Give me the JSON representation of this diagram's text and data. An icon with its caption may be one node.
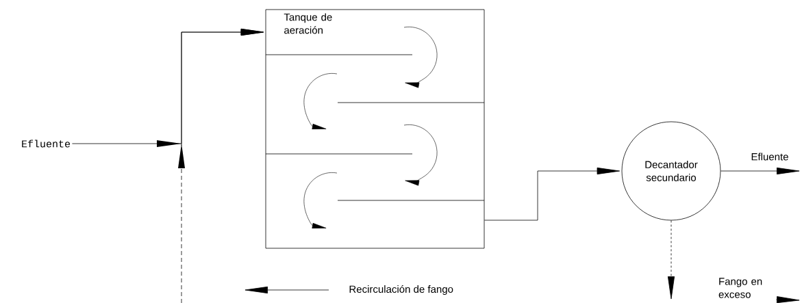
{
  "diagram": {
    "nodes": [
      {
        "text": [
          "Efluente"
        ]
      },
      {
        "text": [
          "Tanque de aeración"
        ]
      },
      {
        "text": [
          "Decantador secundario"
        ]
      },
      {
        "text": [
          "Fango en exceso"
        ]
      }
    ],
    "edges": [
      {
        "from": 0,
        "to": 1,
        "arrow": "to"
      },
      {
        "from": null,
        "to": 1,
        "arrow": "to",
        "style": "dashed"
      },
      {
        "from": 1,
        "to": 2,
        "arrow": "to"
      },
      {
        "from": 2,
        "to": null,
        "arrow": "to",
        "label": "Efluente"
      },
      {
        "from": 2,
        "to": null,
        "arrow": "to",
        "style": "dashed"
      },
      {
        "from": 3,
        "to": null,
        "arrow": "to"
      }
    ],
    "labels": [
      "Recirculación de fango"
    ]
  }
}
